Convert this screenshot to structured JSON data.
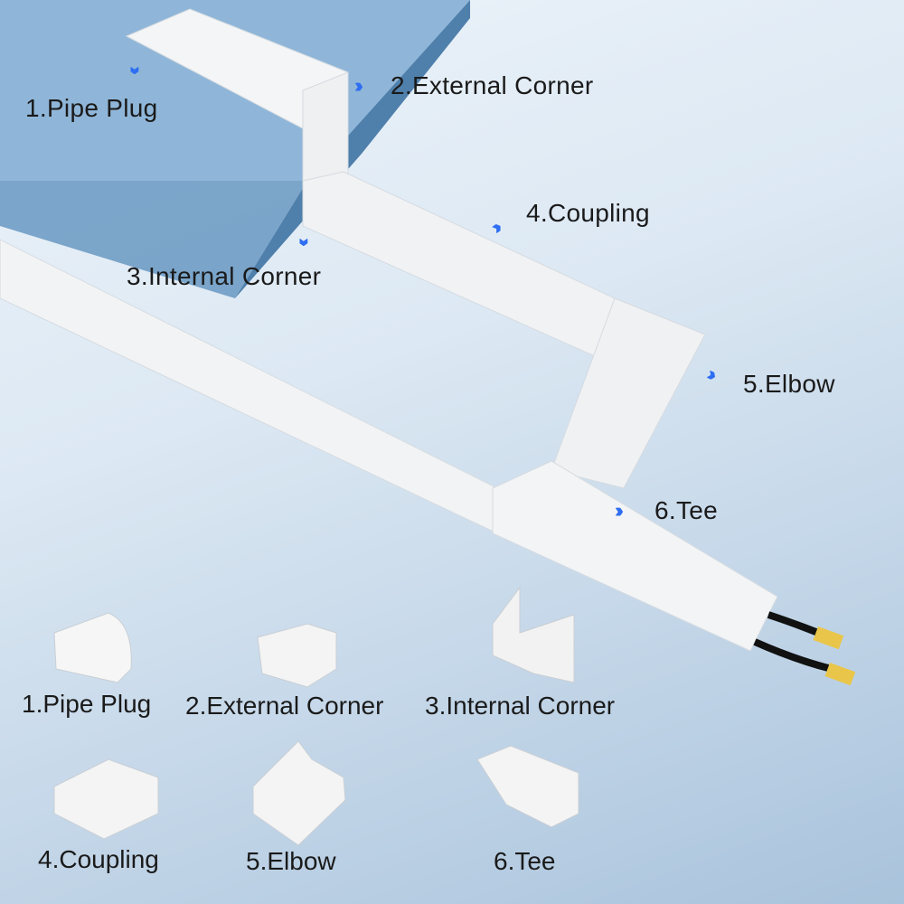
{
  "callouts": [
    {
      "label": "1.Pipe Plug"
    },
    {
      "label": "2.External Corner"
    },
    {
      "label": "3.Internal Corner"
    },
    {
      "label": "4.Coupling"
    },
    {
      "label": "5.Elbow"
    },
    {
      "label": "6.Tee"
    }
  ],
  "parts": [
    {
      "label": "1.Pipe Plug"
    },
    {
      "label": "2.External Corner"
    },
    {
      "label": "3.Internal Corner"
    },
    {
      "label": "4.Coupling"
    },
    {
      "label": "5.Elbow"
    },
    {
      "label": "6.Tee"
    }
  ],
  "colors": {
    "accent": "#2f6ef2",
    "block": "#6f9cc4",
    "raceway": "#f4f5f6"
  }
}
